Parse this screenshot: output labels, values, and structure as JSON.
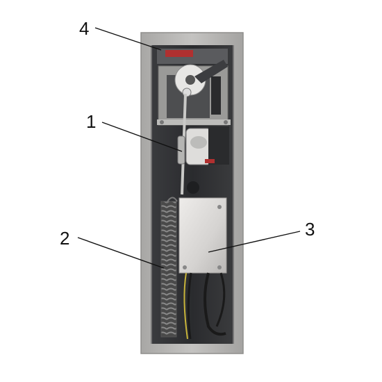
{
  "callouts": [
    {
      "id": "4",
      "label": "4"
    },
    {
      "id": "1",
      "label": "1"
    },
    {
      "id": "2",
      "label": "2"
    },
    {
      "id": "3",
      "label": "3"
    }
  ],
  "colors": {
    "housing": "#b9b8b6",
    "housing_edge": "#8f8e8c",
    "interior": "#2f3033",
    "mount_plate": "#9a9a98",
    "spring": "#6b6b6b",
    "control_box": "#d8d6d4",
    "wire_yellow": "#c8b43a",
    "accent_red": "#b03030"
  },
  "icons": [
    "barrier-housing",
    "lever-mechanism",
    "tension-rod",
    "motor",
    "spring",
    "control-box",
    "cable-bundle"
  ]
}
